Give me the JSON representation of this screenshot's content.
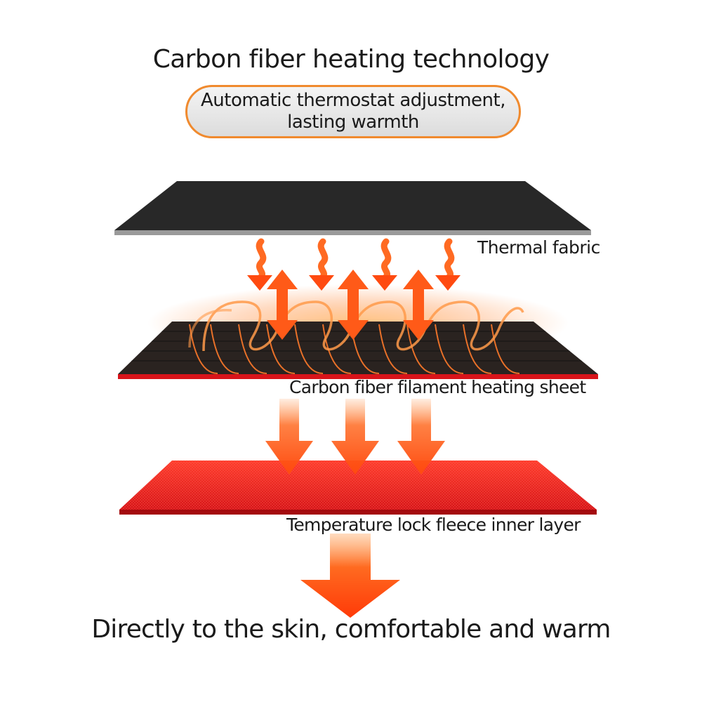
{
  "title": "Carbon fiber heating technology",
  "subtitle": {
    "line1": "Automatic thermostat adjustment,",
    "line2": "lasting warmth"
  },
  "layers": {
    "thermal_fabric": "Thermal fabric",
    "heating_sheet": "Carbon fiber filament heating sheet",
    "fleece_layer": "Temperature lock fleece inner layer"
  },
  "footer": "Directly to the skin, comfortable and warm",
  "colors": {
    "accent_border": "#f08a2e",
    "heat_orange": "#ff5a1a",
    "fabric_black": "#262626",
    "fleece_red": "#e2141a"
  }
}
